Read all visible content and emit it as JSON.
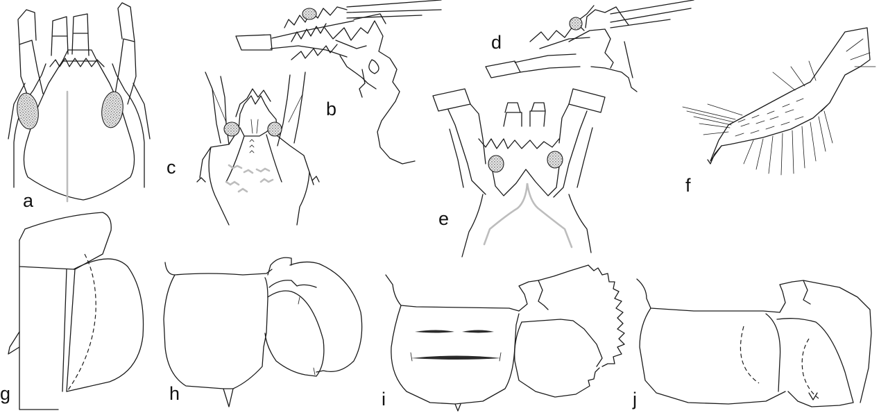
{
  "figure": {
    "panels": [
      {
        "id": "a",
        "label": "a",
        "subject": "head-dorsal"
      },
      {
        "id": "b",
        "label": "b",
        "subject": "head-lateral"
      },
      {
        "id": "c",
        "label": "c",
        "subject": "head-ventral"
      },
      {
        "id": "d",
        "label": "d",
        "subject": "head-lateral"
      },
      {
        "id": "e",
        "label": "e",
        "subject": "head-dorsal"
      },
      {
        "id": "f",
        "label": "f",
        "subject": "appendage-segment"
      },
      {
        "id": "g",
        "label": "g",
        "subject": "plate-lateral"
      },
      {
        "id": "h",
        "label": "h",
        "subject": "plate-lateral"
      },
      {
        "id": "i",
        "label": "i",
        "subject": "plate-lateral"
      },
      {
        "id": "j",
        "label": "j",
        "subject": "plate-lateral"
      }
    ]
  }
}
